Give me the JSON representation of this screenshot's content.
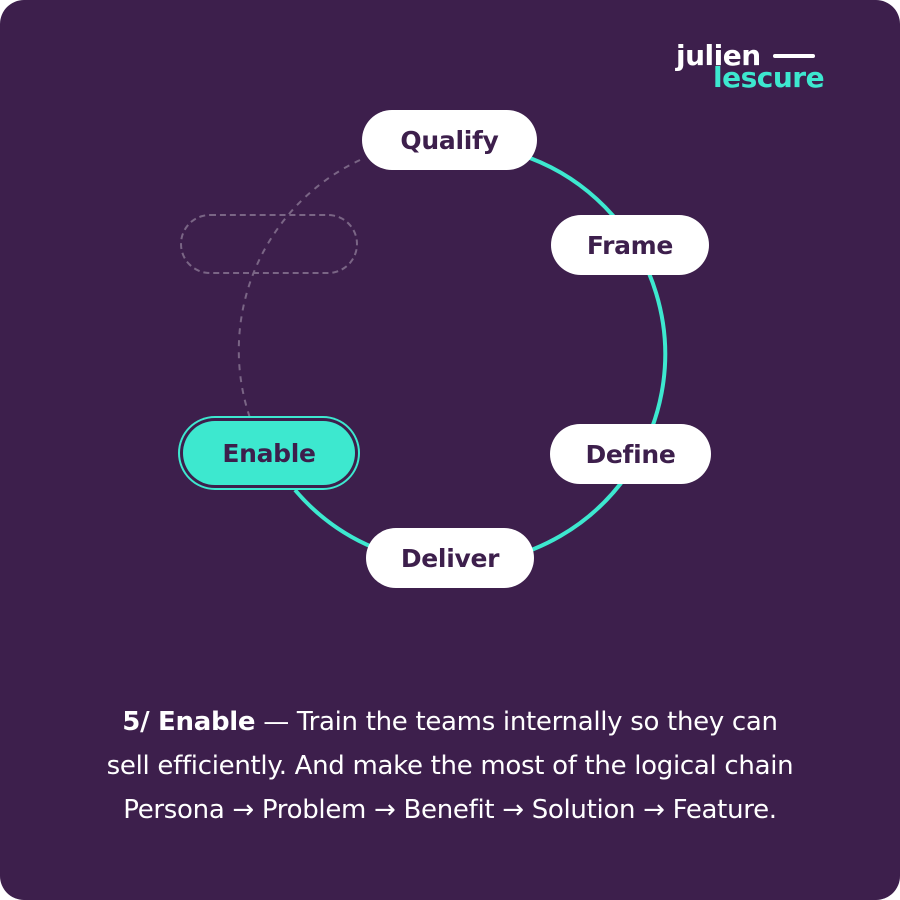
{
  "logo": {
    "first": "julien",
    "last": "lescure"
  },
  "colors": {
    "background": "#3d1f4c",
    "accent": "#3de8cf",
    "node": "#ffffff"
  },
  "cycle": {
    "steps": [
      "Qualify",
      "Frame",
      "Define",
      "Deliver",
      "Enable"
    ],
    "active_step": "Enable"
  },
  "caption": {
    "step_label": "5/ Enable",
    "dash": "—",
    "line1": " Train the teams internally so they can",
    "line2": "sell efficiently. And make the most of the logical chain",
    "line3": "Persona → Problem → Benefit → Solution → Feature."
  }
}
